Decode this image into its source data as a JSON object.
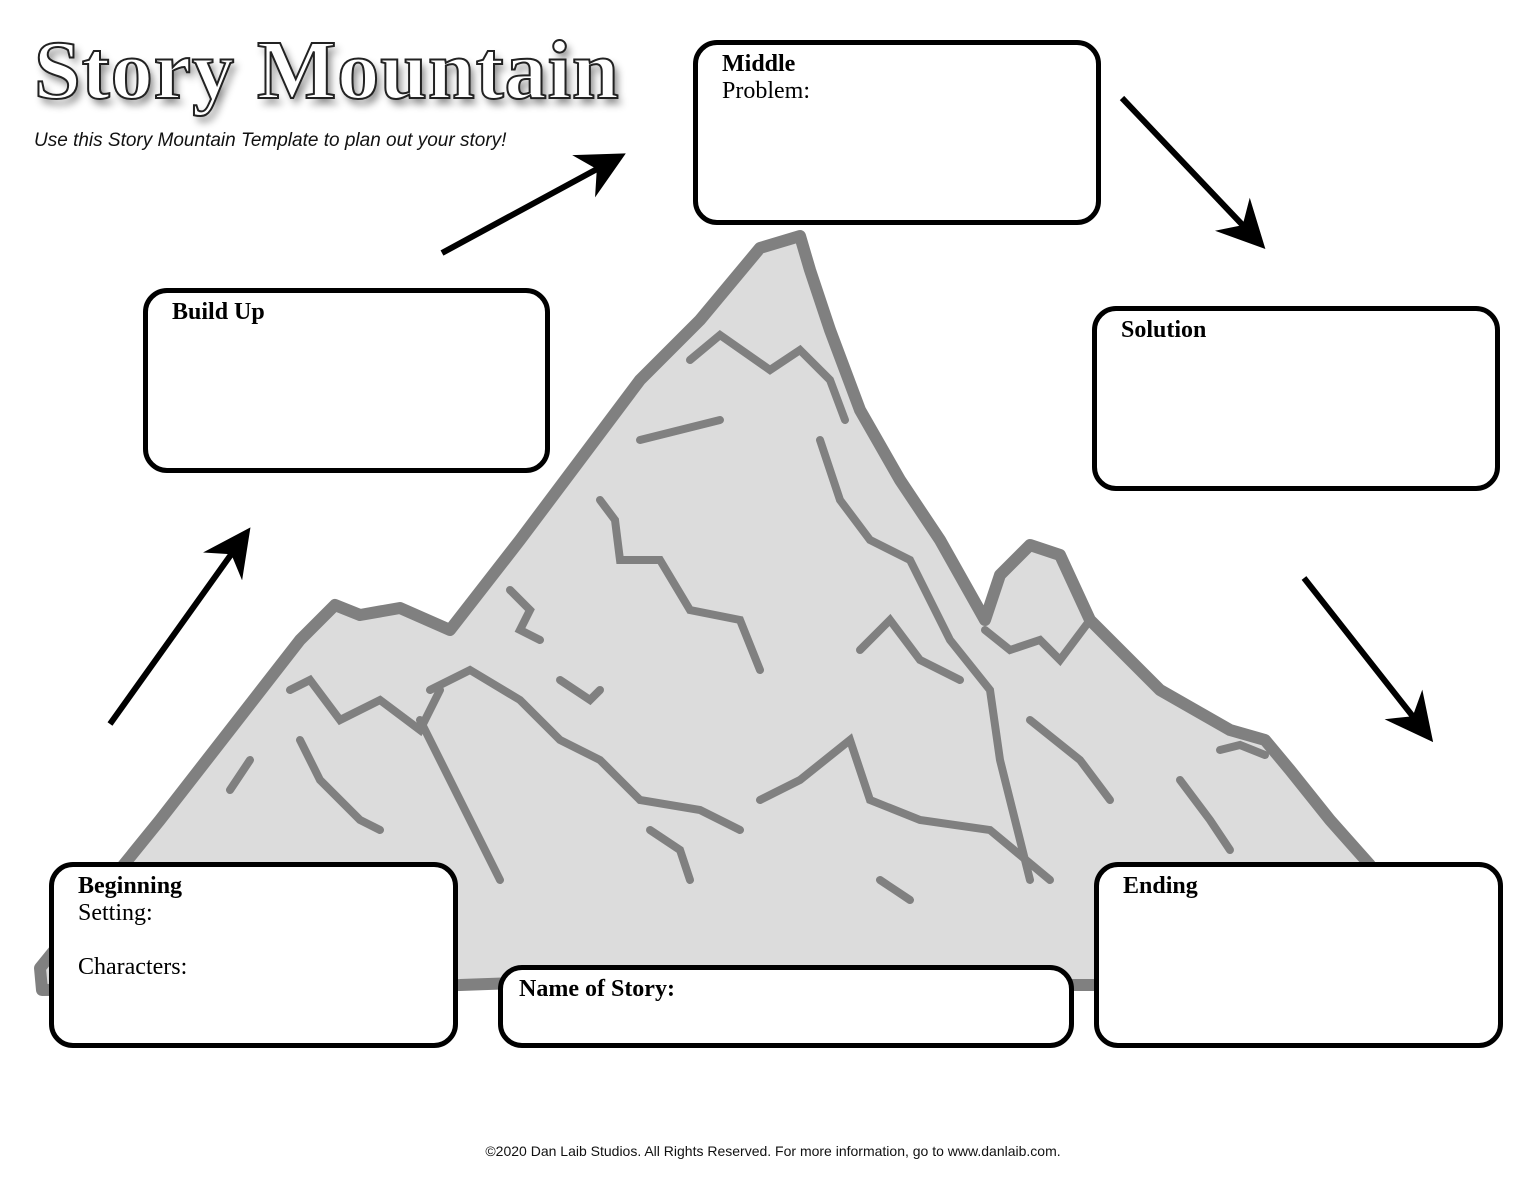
{
  "title": "Story Mountain",
  "subtitle": "Use this Story Mountain Template to plan out your story!",
  "boxes": {
    "middle": {
      "heading": "Middle",
      "lines": [
        "Problem:"
      ]
    },
    "build_up": {
      "heading": "Build Up"
    },
    "solution": {
      "heading": "Solution"
    },
    "beginning": {
      "heading": "Beginning",
      "lines": [
        "Setting:",
        "Characters:"
      ]
    },
    "name_of_story": {
      "heading": "Name of Story:"
    },
    "ending": {
      "heading": "Ending"
    }
  },
  "colors": {
    "mountain_fill": "#dcdcdc",
    "mountain_stroke": "#808080",
    "arrow": "#000000"
  },
  "footer": "©2020 Dan Laib Studios.  All Rights Reserved.  For more information, go to www.danlaib.com."
}
